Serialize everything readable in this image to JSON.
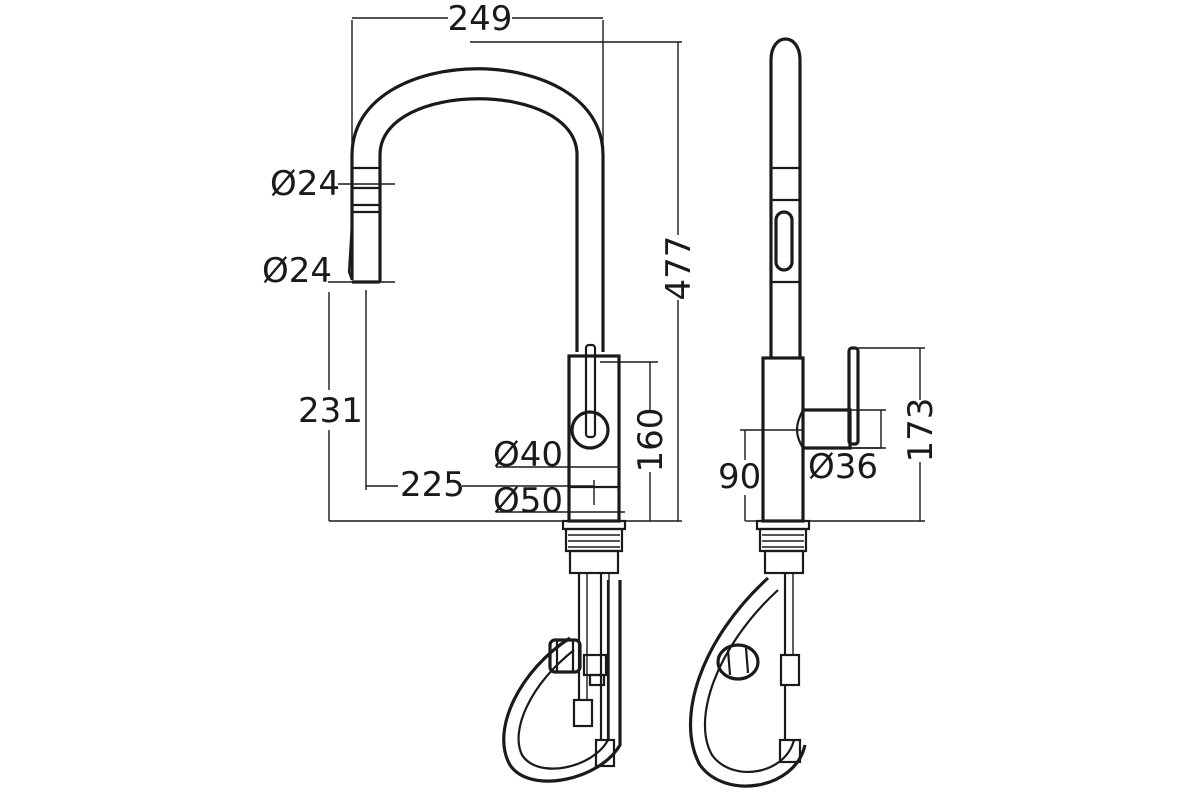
{
  "front_view": {
    "width_dim": "249",
    "height_dim": "477",
    "spray_head_top_diameter": "Ø24",
    "spray_head_bottom_diameter": "Ø24",
    "spout_outlet_height": "231",
    "spout_reach": "225",
    "body_diameter": "Ø40",
    "base_diameter": "Ø50",
    "body_height": "160"
  },
  "side_view": {
    "lever_height": "173",
    "lever_axis_height": "90",
    "lever_diameter": "Ø36"
  }
}
